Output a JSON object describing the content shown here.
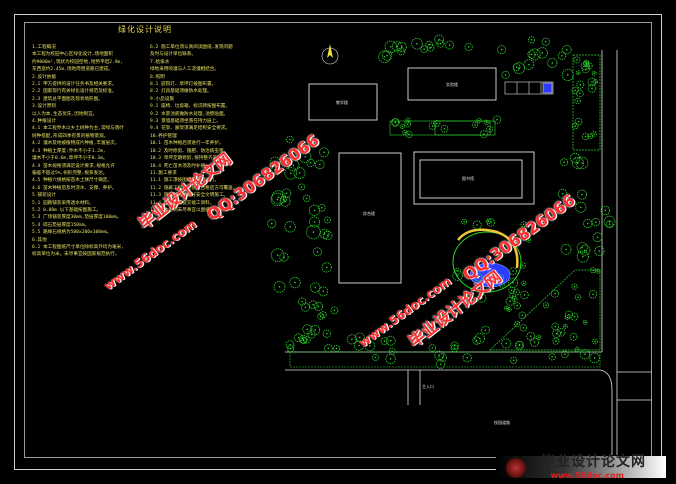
{
  "drawing": {
    "notes_title": "绿化设计说明",
    "notes_col1": [
      "1.工程概况",
      "  本工程为校园中心区绿化设计,场地面积",
      "  约9000m²,现状为校园空地,地势平坦2.9m,",
      "  东西宽约2.45m,场地周围道路已建成。",
      "2.设计依据",
      "  2.1 甲方提供的设计任务书及相关要求。",
      "  2.2 国家现行有关绿化设计规范及标准。",
      "  2.3 建筑总平面图及现状地形图。",
      "3.设计原则",
      "  以人为本,生态优先,因地制宜。",
      "4.种植设计",
      "  4.1 本工程乔木以乡土树种为主,常绿与落叶",
      "  树种搭配,形成四季有景的植物景观。",
      "  4.2 灌木及地被植物成片种植,丰富层次。",
      "  4.3 种植土厚度:乔木不小于1.2m,",
      "  灌木不小于0.6m,草坪不小于0.3m。",
      "  4.4 苗木规格须满足设计要求,规格允许",
      "  偏差不超过5%,树形完整,根系发达。",
      "  4.5 种植穴规格按苗木土球尺寸确定。",
      "  4.6 苗木种植后及时浇水、支撑、养护。",
      "5.铺装设计",
      "  5.1 园路铺装采用透水材料。",
      "  5.2 0.00m 以下基础按图施工。",
      "  5.3 广场铺装厚度30mm,垫层厚度100mm。",
      "  5.4 碎石垫层厚度150mm。",
      "  5.5 路缘石规格为500x200x100mm。",
      "6.其他",
      "  6.1 本工程图纸尺寸单位除标高外均为毫米,",
      "  标高单位为米。未尽事宜按国家规范执行。"
    ],
    "notes_col2": [
      "  6.2 施工单位须认真阅读图纸,发现问题",
      "  及时与设计单位联系。",
      "7.给排水",
      "  绿地采用喷灌与人工浇灌相结合。",
      "8.照明",
      "  8.1 庭院灯、草坪灯按图布置。",
      "  8.2 灯具基础须做防水处理。",
      "9.小品设施",
      "  9.1 座椅、垃圾箱、标识牌按图布置。",
      "  9.2 水景池底做防水处理,池壁贴面。",
      "  9.3 景墙基础须坐落在持力层上。",
      "  9.4 花架、廊架须满足结构安全要求。",
      "10.养护管理",
      "  10.1 苗木种植后须进行一年养护。",
      "  10.2 及时修剪、施肥、防治病虫害。",
      "  10.3 草坪定期修剪,保持整齐美观。",
      "  10.4 死亡苗木须及时补植。",
      "11.施工要求",
      "  11.1 施工须按图纸及规范进行。",
      "  11.2 隐蔽工程须经验收合格后方可覆盖。",
      "  11.3 施工单位须做好安全文明施工。",
      "  11.4 竣工后须提交竣工资料。",
      "  11.5 本说明未尽事宜以图纸为准。"
    ],
    "building_labels": {
      "b1": "教学楼",
      "b2": "实验楼",
      "b3": "综合楼",
      "b4": "图书馆"
    },
    "gate_label": "主入口",
    "road_label": "校园道路"
  },
  "watermarks": {
    "text_a": "毕业设计论文网",
    "text_b": "QQ:306826066",
    "url": "www.56doc.com"
  },
  "footer": {
    "logo_text": "毕业设计论文网",
    "logo_url": "www.56doc.com"
  },
  "colors": {
    "background": "#000000",
    "tree_green": "#2bd42b",
    "building_outline": "#e0e0e0",
    "notes_yellow": "#e6e063",
    "watermark_red": "#ff2a2a",
    "water_blue": "#2a3cff"
  }
}
